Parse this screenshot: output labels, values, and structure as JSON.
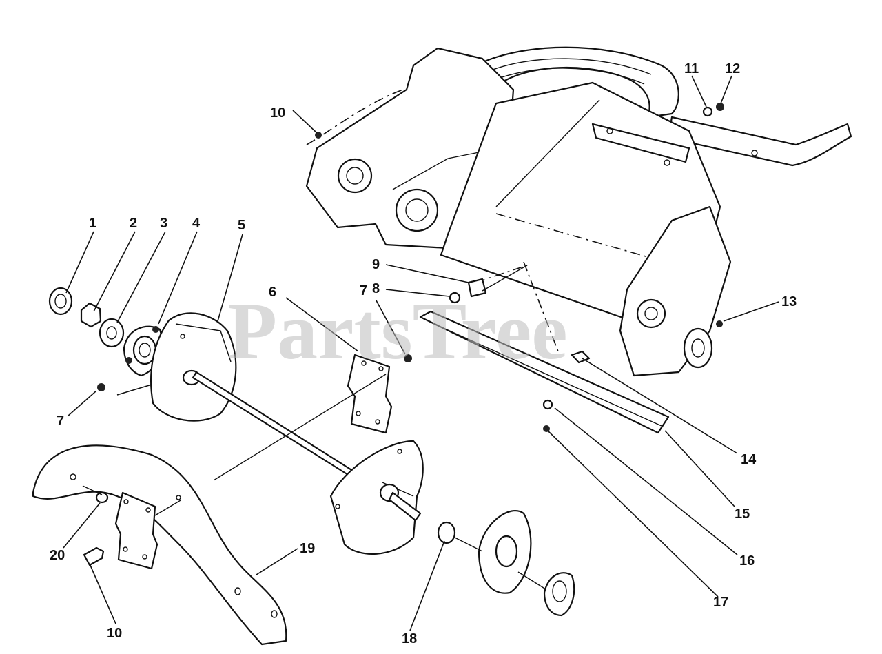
{
  "watermark": "PartsTree",
  "callouts": [
    {
      "id": "c1",
      "label": "1"
    },
    {
      "id": "c2",
      "label": "2"
    },
    {
      "id": "c3",
      "label": "3"
    },
    {
      "id": "c4",
      "label": "4"
    },
    {
      "id": "c5",
      "label": "5"
    },
    {
      "id": "c6",
      "label": "6"
    },
    {
      "id": "c7a",
      "label": "7"
    },
    {
      "id": "c7b",
      "label": "7"
    },
    {
      "id": "c8",
      "label": "8"
    },
    {
      "id": "c9",
      "label": "9"
    },
    {
      "id": "c10a",
      "label": "10"
    },
    {
      "id": "c10b",
      "label": "10"
    },
    {
      "id": "c11",
      "label": "11"
    },
    {
      "id": "c12",
      "label": "12"
    },
    {
      "id": "c13",
      "label": "13"
    },
    {
      "id": "c14",
      "label": "14"
    },
    {
      "id": "c15",
      "label": "15"
    },
    {
      "id": "c16",
      "label": "16"
    },
    {
      "id": "c17",
      "label": "17"
    },
    {
      "id": "c18",
      "label": "18"
    },
    {
      "id": "c19",
      "label": "19"
    },
    {
      "id": "c20",
      "label": "20"
    }
  ]
}
